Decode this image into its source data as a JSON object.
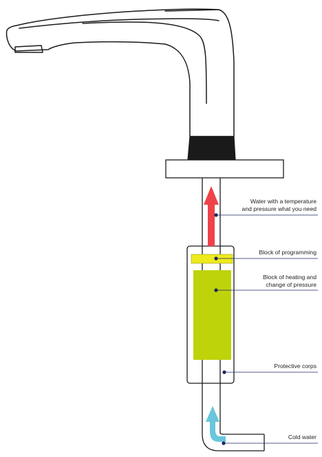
{
  "labels": {
    "water_out_line1": "Water with a temperature",
    "water_out_line2": "and pressure what you need",
    "programming": "Block of programming",
    "heating_line1": "Block of heating and",
    "heating_line2": "change of pressure",
    "protective": "Protective corps",
    "cold_water": "Cold water"
  },
  "colors": {
    "outline": "#1a1a1a",
    "hot_arrow": "#f0424a",
    "cold_arrow": "#6ac6dc",
    "programming_block": "#eeea1e",
    "heating_block": "#bed30a",
    "marker": "#1c2560"
  }
}
